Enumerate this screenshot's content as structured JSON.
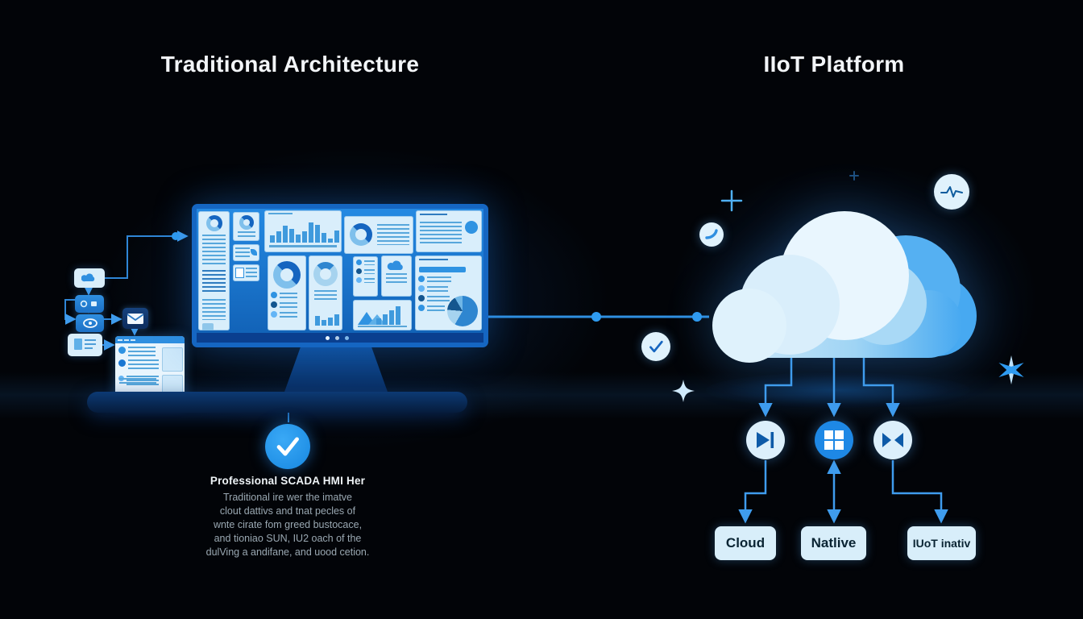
{
  "titles": {
    "left": "Traditional Architecture",
    "right": "IIoT Platform"
  },
  "note": {
    "title": "Professional SCADA HMI Her",
    "lines": [
      "Traditional ire wer the imatve",
      "clout dattivs and tnat pecles of",
      "wnte cirate fom greed bustocace,",
      "and tioniao SUN, IU2 oach of the",
      "dulVing a andifane, and uood cetion."
    ]
  },
  "connector_labels": [
    {
      "text": "Cloud"
    },
    {
      "text": "Natlive"
    },
    {
      "text": "IUoT inativ"
    }
  ],
  "icons": [
    "cloud-sync-icon",
    "chip-icon",
    "eye-icon",
    "document-icon",
    "mail-icon",
    "chat-window",
    "check-circle-icon",
    "sparkle-icon",
    "pulse-circle-icon",
    "swoosh-circle-icon",
    "plus-sparkle-icon",
    "asterisk-icon",
    "skip-next-icon",
    "windows-logo-icon",
    "bowtie-icon"
  ],
  "colors": {
    "background": "#020408",
    "accent_blue": "#2f8fe0",
    "bright_blue": "#2f9bf0",
    "cloud_light": "#e9f6fe",
    "cloud_mid": "#a9d9f6",
    "cloud_dark": "#47a9f1",
    "panel_light": "#d9eefb",
    "check_circle": "#1e9bf0",
    "windows_circle": "#1e88e5",
    "label_bg": "#d8eefa",
    "label_text": "#0a2433"
  }
}
